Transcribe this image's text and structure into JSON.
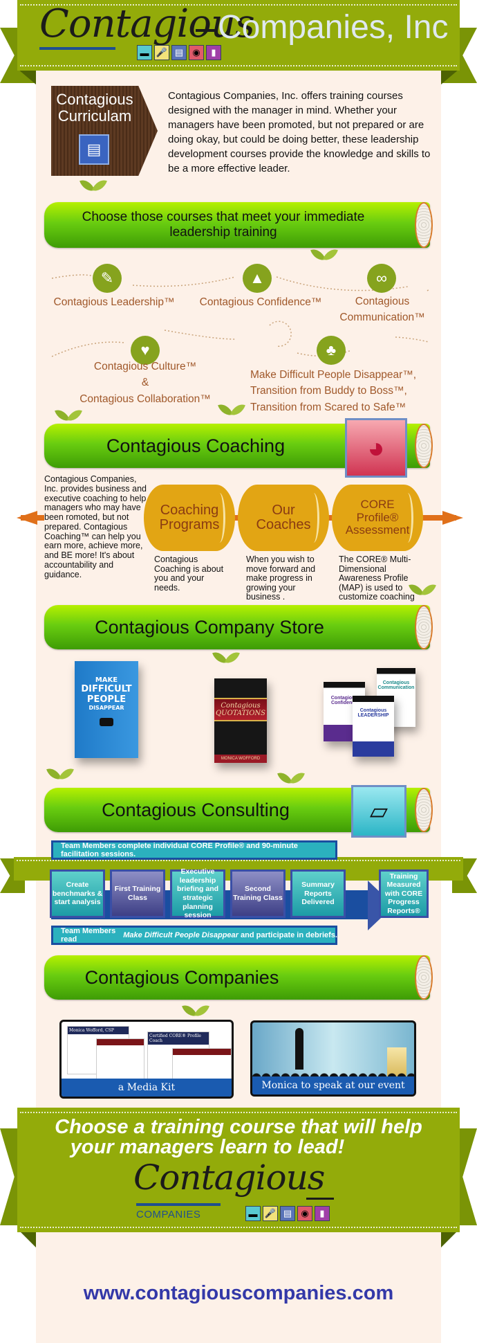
{
  "header": {
    "logo_script": "Contagious",
    "title": "Companies, Inc",
    "logo_icons": [
      "table-icon",
      "microphone-icon",
      "easel-icon",
      "whistle-icon",
      "book-icon"
    ]
  },
  "curriculum": {
    "sign_label_1": "Contagious",
    "sign_label_2": "Curriculam",
    "sign_icon": "easel-icon",
    "intro": "Contagious Companies, Inc. offers training courses designed with the manager in mind. Whether your managers have been promoted, but not prepared or are doing okay, but could be doing better, these leadership development courses provide the knowledge and skills to be a more effective leader."
  },
  "courses_banner": {
    "line1": "Choose those courses that meet your immediate",
    "line2": "leadership training"
  },
  "courses": [
    {
      "icon": "torch-icon",
      "label": "Contagious Leadership™"
    },
    {
      "icon": "tent-icon",
      "label": "Contagious Confidence™"
    },
    {
      "icon": "link-icon",
      "label_1": "Contagious",
      "label_2": "Communication™"
    },
    {
      "icon": "heart-icon",
      "label_1": "Contagious Culture™",
      "label_2": "&",
      "label_3": "Contagious Collaboration™"
    },
    {
      "icon": "tree-icon",
      "label_1": "Make Difficult People Disappear™,",
      "label_2": "Transition from Buddy to Boss™,",
      "label_3": "Transition from Scared to Safe™"
    }
  ],
  "coaching": {
    "title": "Contagious Coaching",
    "icon": "whistle-icon",
    "intro": "Contagious Companies, Inc. provides business and executive coaching to help managers who may have been romoted, but not prepared. Contagious Coaching™ can help you earn more, achieve more, and BE more! It's about accountability and guidance.",
    "drums": [
      {
        "label_1": "Coaching",
        "label_2": "Programs",
        "desc": "Contagious Coaching is about you and your needs."
      },
      {
        "label_1": "Our",
        "label_2": "Coaches",
        "desc": "When you wish to move forward and make progress in growing your business ."
      },
      {
        "label_1": "CORE",
        "label_2": "Profile®",
        "label_3": "Assessment",
        "desc": "The CORE® Multi-Dimensional Awareness Profile (MAP) is used to customize coaching"
      }
    ]
  },
  "store": {
    "title": "Contagious Company Store",
    "products": [
      {
        "line1": "MAKE",
        "line2": "DIFFICULT",
        "line3": "PEOPLE",
        "line4": "DISAPPEAR"
      },
      {
        "line1": "Contagious",
        "line2": "QUOTATIONS",
        "author": "MONICA WOFFORD"
      },
      {
        "title_1": "Contagious Confidence",
        "title_2": "Contagious Communication",
        "title_3": "Contagious LEADERSHIP"
      }
    ]
  },
  "consulting": {
    "title": "Contagious Consulting",
    "icon": "conference-table-icon",
    "top_bar": "Team Members complete individual CORE Profile® and 90-minute facilitation sessions.",
    "bottom_bar_prefix": "Team Members read ",
    "bottom_bar_italic": "Make Difficult People Disappear",
    "bottom_bar_suffix": " and participate in debriefs.",
    "steps": [
      "Create benchmarks & start analysis",
      "First Training Class",
      "Executive leadership briefing and strategic planning session",
      "Second Training Class",
      "Summary Reports Delivered"
    ],
    "final_step": "Training Measured with CORE Progress Reports®"
  },
  "companies": {
    "title": "Contagious Companies",
    "media_kit_caption": "a Media Kit",
    "media_kit_heading_1": "Monica Wofford, CSP",
    "media_kit_heading_2": "Certified CORE® Profile Coach",
    "event_caption": "Monica to speak at our event"
  },
  "footer": {
    "cta_line1": "Choose a training course that will help",
    "cta_line2": "your managers learn to lead!",
    "logo_script": "Contagious",
    "logo_sub": "COMPANIES",
    "url": "www.contagiouscompanies.com"
  }
}
